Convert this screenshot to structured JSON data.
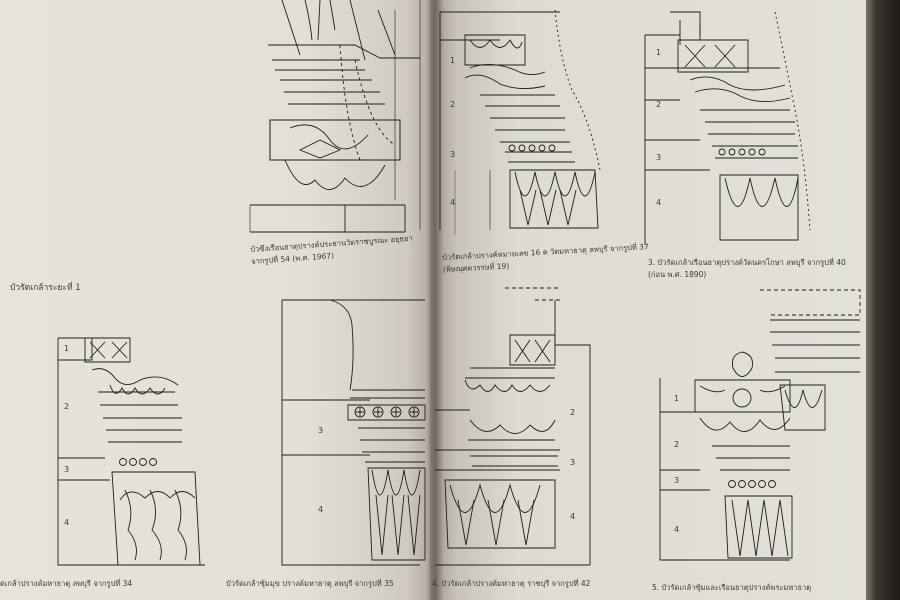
{
  "captions": {
    "fig_top_left_line1": "บัวซึงเรือนธาตุปรางค์ประธานวัดราชบูรณะ อยุธยา",
    "fig_top_left_line2": "จากรูปที่ 54 (พ.ศ. 1967)",
    "fig_top_mid_line1": "บัวรัดเกล้าปรางค์หมายเลข 16 ค วัดมหาธาตุ ลพบุรี จากรูปที่ 37",
    "fig_top_mid_line2": "(พิษณุศตวรรษที่ 19)",
    "fig_top_right_line1": "3. บัวรัดเกล้าเรือนธาตุปรางค์วัดนครโกษา ลพบุรี จากรูปที่ 40",
    "fig_top_right_line2": "(ก่อน พ.ศ. 1890)",
    "section_heading": "บัวรัดเกล้าระยะที่ 1",
    "fig_bottom_1": "ัดเกล้าปรางค์มหาธาตุ ลพบุรี จากรูปที่ 34",
    "fig_bottom_2": "บัวรัดเกล้าซุ้มมุข ปรางค์มหาธาตุ ลพบุรี จากรูปที่ 35",
    "fig_bottom_3": "4. บัวรัดเกล้าปรางค์มหาธาตุ ราชบุรี จากรูปที่ 42",
    "fig_bottom_4": "5. บัวรัดเกล้าซุ้มและเรือนธาตุปรางค์พระมหาธาตุ"
  },
  "row_numbers": {
    "one": "1",
    "two": "2",
    "three": "3",
    "four": "4"
  }
}
